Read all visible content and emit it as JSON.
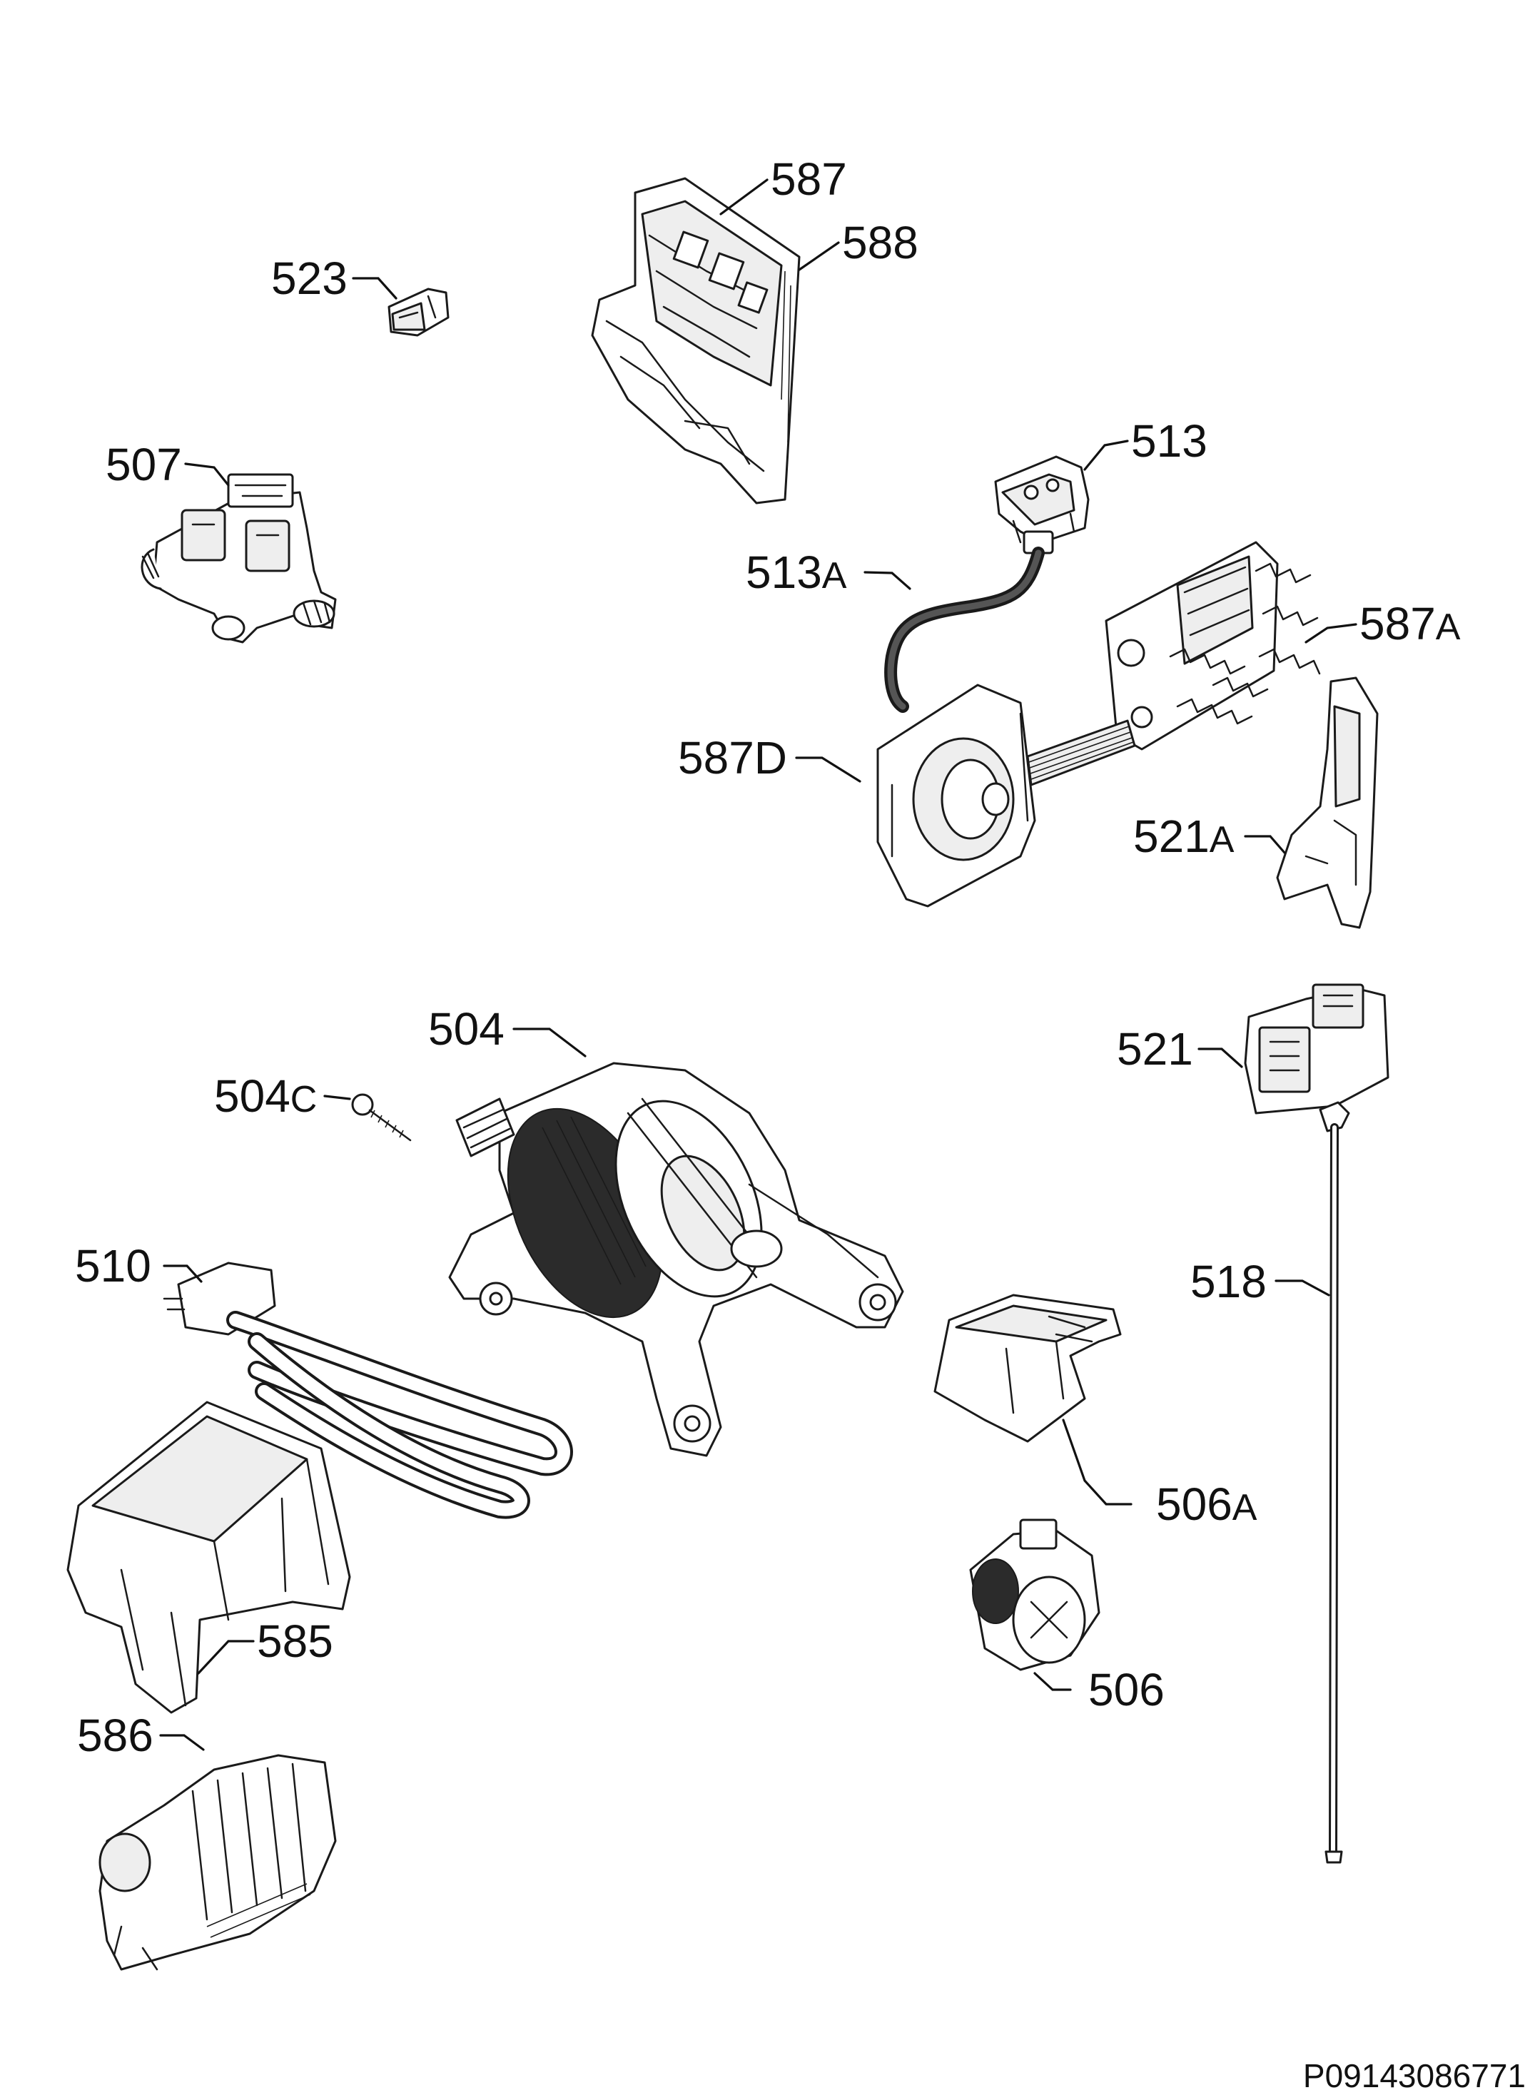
{
  "callouts": {
    "c587": "587",
    "c588": "588",
    "c523": "523",
    "c507": "507",
    "c513": "513",
    "c513a_num": "513",
    "c513a_suf": "A",
    "c587a_num": "587",
    "c587a_suf": "A",
    "c587d": "587D",
    "c521a_num": "521",
    "c521a_suf": "A",
    "c521": "521",
    "c504": "504",
    "c504c_num": "504",
    "c504c_suf": "C",
    "c510": "510",
    "c518": "518",
    "c506a_num": "506",
    "c506a_suf": "A",
    "c585": "585",
    "c506": "506",
    "c586": "586"
  },
  "footer": {
    "code": "P09143086771"
  }
}
